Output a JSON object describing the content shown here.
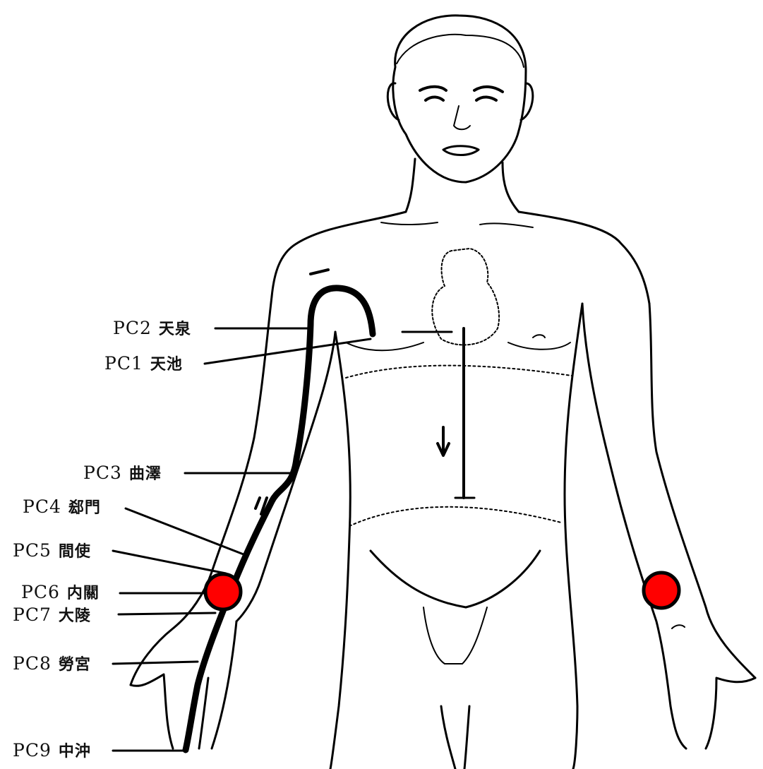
{
  "points": [
    {
      "code": "PC2",
      "name": "天泉"
    },
    {
      "code": "PC1",
      "name": "天池"
    },
    {
      "code": "PC3",
      "name": "曲澤"
    },
    {
      "code": "PC4",
      "name": "郄門"
    },
    {
      "code": "PC5",
      "name": "間使"
    },
    {
      "code": "PC6",
      "name": "内關"
    },
    {
      "code": "PC7",
      "name": "大陵"
    },
    {
      "code": "PC8",
      "name": "勞宮"
    },
    {
      "code": "PC9",
      "name": "中沖"
    }
  ],
  "markers": {
    "color": "#ff0000",
    "outline": "#000000"
  },
  "meridian_color": "#000000"
}
